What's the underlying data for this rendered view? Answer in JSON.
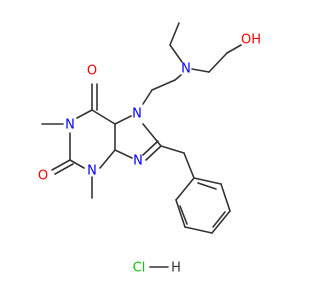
{
  "colors": {
    "oxygen": "#ff0000",
    "nitrogen": "#0000ff",
    "chlorine": "#00cc00",
    "bond": "#333333",
    "background": "#ffffff"
  },
  "atoms": {
    "hydroxyl": "OH",
    "amine_n": "N",
    "n7": "N",
    "n1": "N",
    "n3": "N",
    "n9": "N",
    "o6": "O",
    "o2": "O",
    "cl": "Cl",
    "h": "H"
  }
}
